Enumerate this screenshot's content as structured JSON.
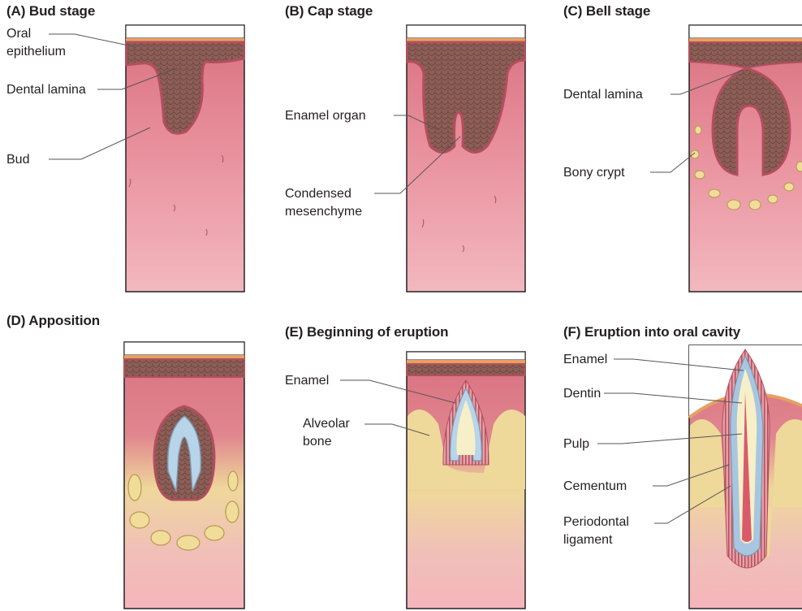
{
  "panels": [
    {
      "title": "(A) Bud stage",
      "labels": [
        "Oral epithelium",
        "Dental lamina",
        "Bud"
      ]
    },
    {
      "title": "(B) Cap stage",
      "labels": [
        "Enamel organ",
        "Condensed mesenchyme"
      ]
    },
    {
      "title": "(C) Bell stage",
      "labels": [
        "Dental lamina",
        "Bony crypt"
      ]
    },
    {
      "title": "(D) Apposition",
      "labels": []
    },
    {
      "title": "(E) Beginning of eruption",
      "labels": [
        "Enamel",
        "Alveolar bone"
      ]
    },
    {
      "title": "(F) Eruption into oral cavity",
      "labels": [
        "Enamel",
        "Dentin",
        "Pulp",
        "Cementum",
        "Periodontal ligament"
      ]
    }
  ],
  "colors": {
    "tissue": "#e47f8e",
    "tissue_light": "#f0b6bd",
    "epithelium": "#8a5a52",
    "enamel_organ": "#9c7069",
    "bone": "#f1dc9a",
    "enamel": "#a9c9e0",
    "leader": "#555555"
  }
}
